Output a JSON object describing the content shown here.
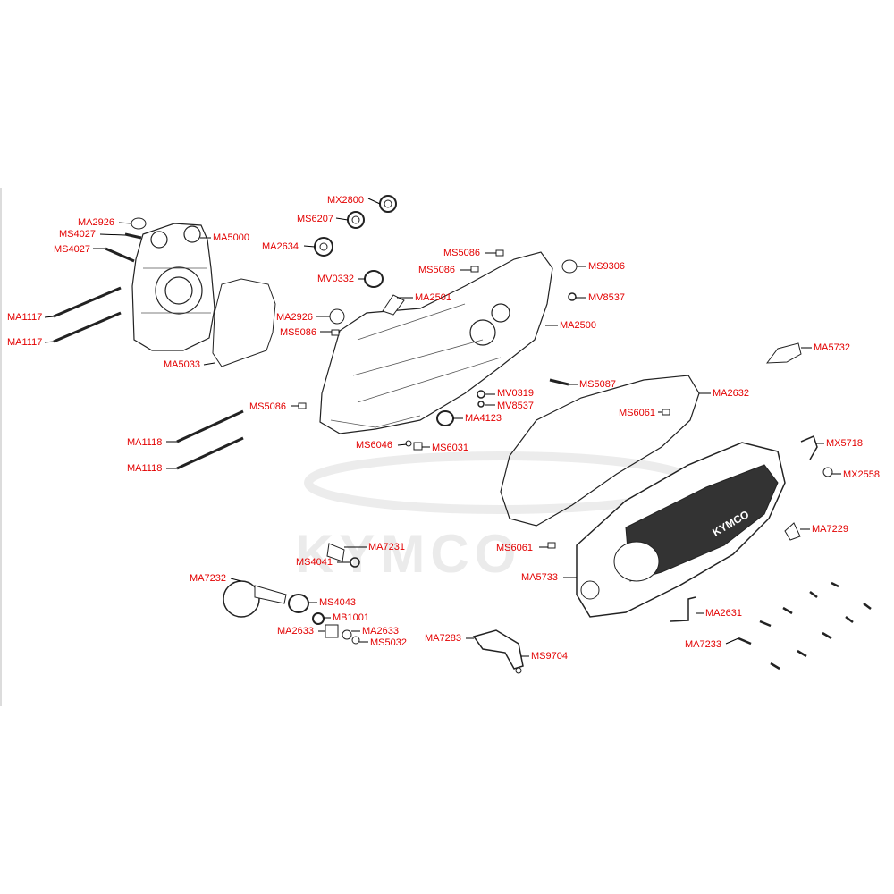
{
  "watermark": "KYMCO",
  "colors": {
    "label": "#e30000",
    "line": "#000000",
    "part_stroke": "#222222",
    "part_fill": "#ffffff",
    "cover_fill": "#333333",
    "watermark": "#ebebeb"
  },
  "labels": {
    "MX2800": "MX2800",
    "MS6207": "MS6207",
    "MA2634": "MA2634",
    "MA2926_a": "MA2926",
    "MS4027_a": "MS4027",
    "MS4027_b": "MS4027",
    "MA5000": "MA5000",
    "MA1117_a": "MA1117",
    "MA1117_b": "MA1117",
    "MA5033": "MA5033",
    "MV0332": "MV0332",
    "MA2501": "MA2501",
    "MA2926_b": "MA2926",
    "MS5086_a": "MS5086",
    "MS5086_b": "MS5086",
    "MS5086_c": "MS5086",
    "MS5086_d": "MS5086",
    "MS9306": "MS9306",
    "MV8537_a": "MV8537",
    "MA2500": "MA2500",
    "MA5732": "MA5732",
    "MS5087": "MS5087",
    "MA2632": "MA2632",
    "MV0319": "MV0319",
    "MV8537_b": "MV8537",
    "MA4123": "MA4123",
    "MS6061_a": "MS6061",
    "MA1118_a": "MA1118",
    "MA1118_b": "MA1118",
    "MS6046": "MS6046",
    "MS6031": "MS6031",
    "MX5718": "MX5718",
    "MX2558": "MX2558",
    "MA7231": "MA7231",
    "MS4041": "MS4041",
    "MS6061_b": "MS6061",
    "MA7229": "MA7229",
    "MA7232": "MA7232",
    "MA5733": "MA5733",
    "MS4043": "MS4043",
    "MB1001": "MB1001",
    "MA2633_a": "MA2633",
    "MA2633_b": "MA2633",
    "MS5032": "MS5032",
    "MA2631": "MA2631",
    "MA7283": "MA7283",
    "MS9704": "MS9704",
    "MA7233": "MA7233"
  },
  "cover_logo": "KYMCO"
}
